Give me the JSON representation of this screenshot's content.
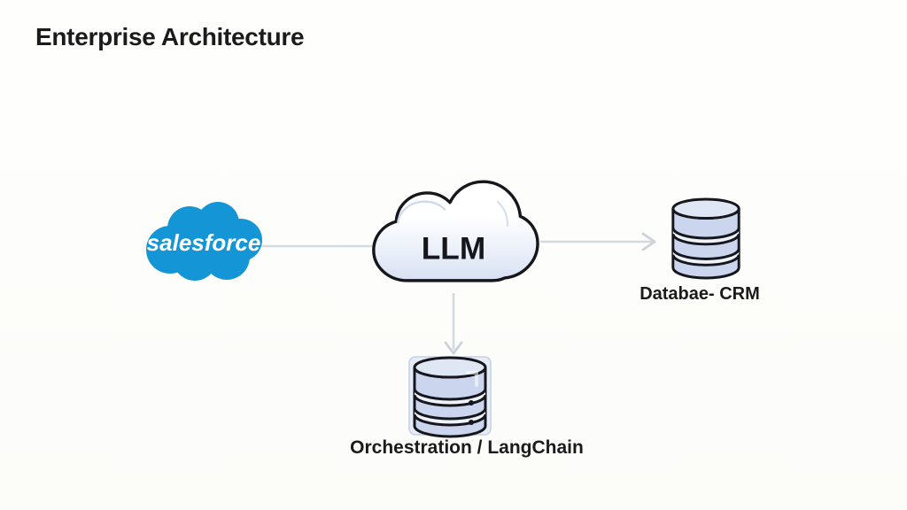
{
  "title": "Enterprise Architecture",
  "nodes": {
    "salesforce": {
      "label": "salesforce",
      "type": "logo-cloud"
    },
    "llm": {
      "label": "LLM",
      "type": "cloud"
    },
    "database_crm": {
      "label": "Databae- CRM",
      "type": "database"
    },
    "orchestration": {
      "label": "Orchestration / LangChain",
      "type": "database"
    }
  },
  "edges": [
    {
      "from": "salesforce",
      "to": "llm",
      "arrowhead": false,
      "direction": "right"
    },
    {
      "from": "llm",
      "to": "database_crm",
      "arrowhead": true,
      "direction": "right"
    },
    {
      "from": "llm",
      "to": "orchestration",
      "arrowhead": true,
      "direction": "down"
    }
  ],
  "colors": {
    "background": "#fdfdfa",
    "title_text": "#1b1b1d",
    "salesforce_blue": "#1495d6",
    "cloud_fill_top": "#ffffff",
    "cloud_fill_bottom": "#d8e1f3",
    "cloud_outline": "#16161d",
    "db_fill": "#cbd6ee",
    "db_top_fill": "#dfe6f4",
    "db_band_gap": "#eef2fa",
    "db_outline": "#16161d",
    "connector": "#d5d9e0",
    "backdrop_fill": "#e7edf7",
    "backdrop_border": "#c6d1e6"
  }
}
